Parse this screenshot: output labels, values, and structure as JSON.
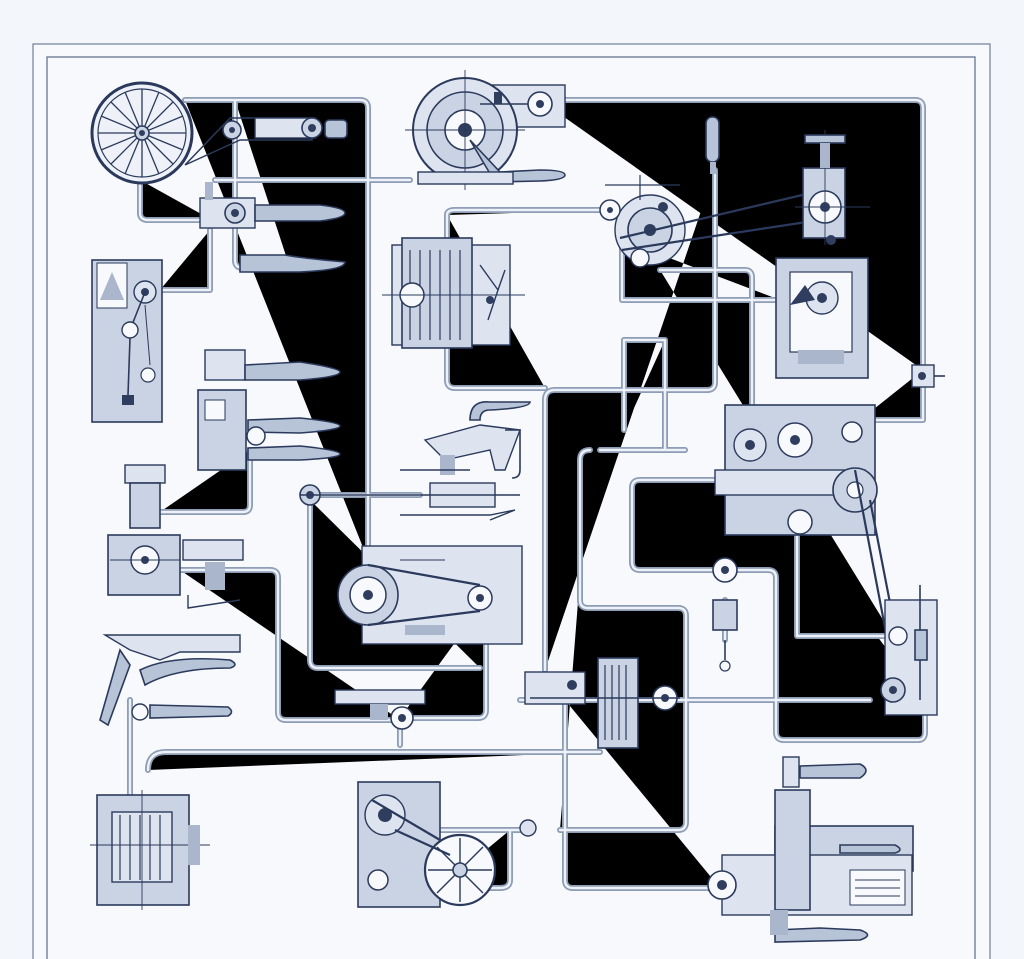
{
  "diagram": {
    "palette": {
      "background": "#f3f6fa",
      "ink": "#2b3a5c",
      "pipe": "#8d9db5",
      "panel_fill": "#c9d3e3"
    },
    "components": [
      {
        "name": "spoked-flywheel",
        "icon": "flywheel"
      },
      {
        "name": "winch-drum-assembly",
        "icon": "drum-winch"
      },
      {
        "name": "belt-pulley-assembly",
        "icon": "belt-pulleys"
      },
      {
        "name": "lathe-mechanism",
        "icon": "lathe"
      },
      {
        "name": "hand-wrench",
        "icon": "wrench"
      },
      {
        "name": "pipe-valve",
        "icon": "valve"
      },
      {
        "name": "pressure-gauge",
        "icon": "gauge"
      }
    ]
  }
}
